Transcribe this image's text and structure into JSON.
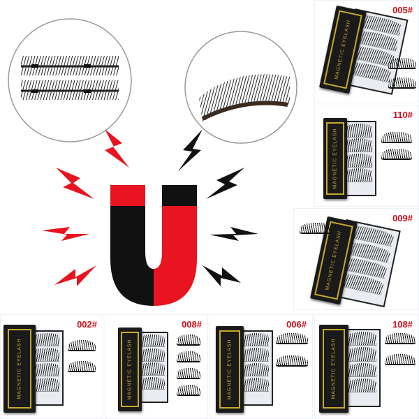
{
  "box_text": "MAGNETIC   EYELASH",
  "colors": {
    "red": "#d0101c",
    "black": "#111111",
    "gold": "#c7a92a"
  },
  "products": [
    {
      "code": "005#"
    },
    {
      "code": "110#"
    },
    {
      "code": "009#"
    },
    {
      "code": "002#"
    },
    {
      "code": "008#"
    },
    {
      "code": "006#"
    },
    {
      "code": "108#"
    }
  ]
}
